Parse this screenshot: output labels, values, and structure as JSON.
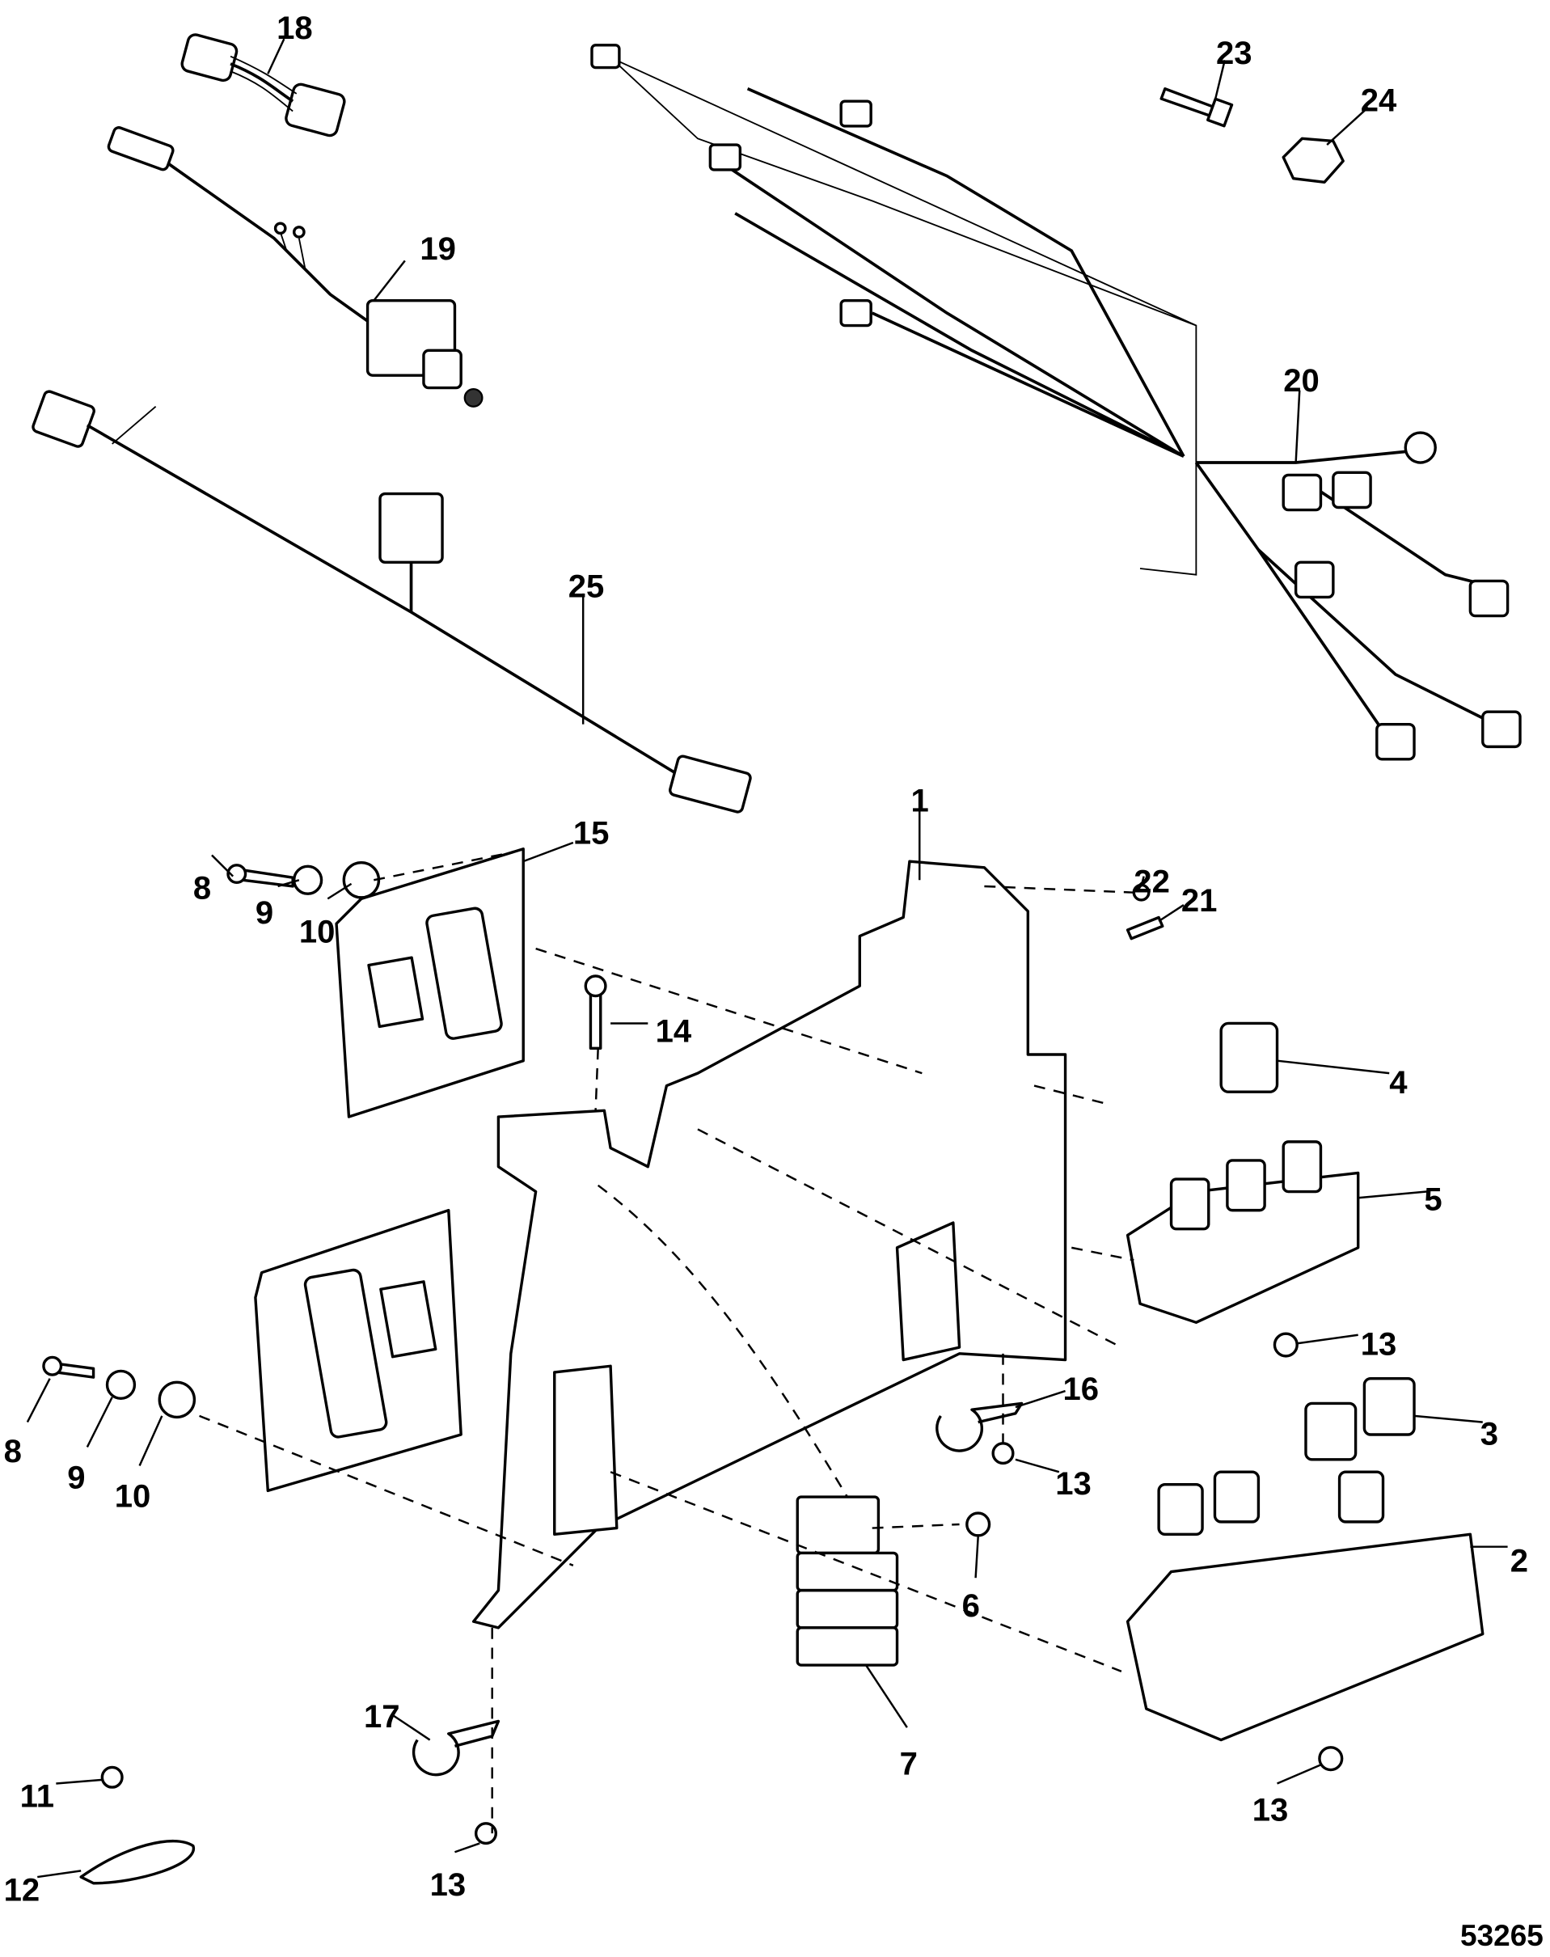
{
  "diagram": {
    "callouts": [
      "18",
      "19",
      "25",
      "20",
      "23",
      "24",
      "1",
      "15",
      "8",
      "9",
      "10",
      "22",
      "21",
      "14",
      "4",
      "5",
      "13",
      "16",
      "3",
      "13",
      "2",
      "6",
      "7",
      "8",
      "9",
      "10",
      "17",
      "11",
      "12",
      "13",
      "13"
    ],
    "figure_number": "53265"
  }
}
